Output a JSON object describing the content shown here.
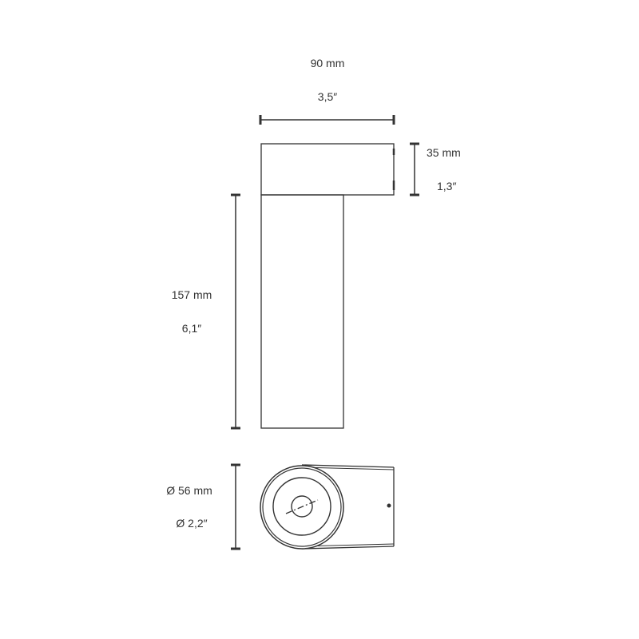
{
  "diagram": {
    "type": "technical-dimension-drawing",
    "line_color": "#333333",
    "dimensions": {
      "width": {
        "metric": "90 mm",
        "imperial": "3,5″"
      },
      "head_height": {
        "metric": "35 mm",
        "imperial": "1,3″"
      },
      "body_height": {
        "metric": "157 mm",
        "imperial": "6,1″"
      },
      "diameter": {
        "metric": "Ø 56 mm",
        "imperial": "Ø 2,2″"
      }
    },
    "views": [
      "side-view",
      "bottom-view"
    ]
  }
}
